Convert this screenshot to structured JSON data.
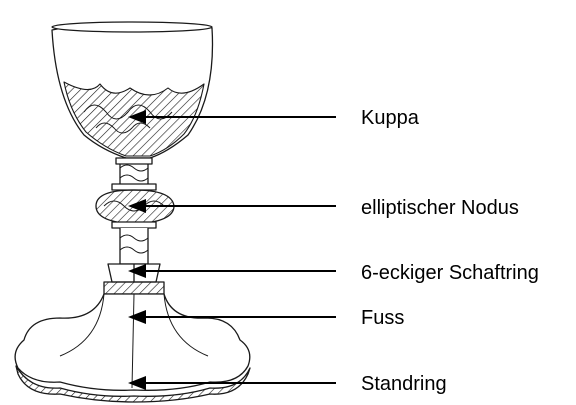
{
  "labels": [
    {
      "id": "kuppa",
      "text": "Kuppa"
    },
    {
      "id": "nodus",
      "text": "elliptischer Nodus"
    },
    {
      "id": "schaftring",
      "text": "6-eckiger Schaftring"
    },
    {
      "id": "fuss",
      "text": "Fuss"
    },
    {
      "id": "standring",
      "text": "Standring"
    }
  ],
  "colors": {
    "line": "#000000",
    "ink": "#1a1a1a",
    "background": "#ffffff"
  },
  "icons": {
    "arrowhead": "triangle-arrow-left"
  }
}
